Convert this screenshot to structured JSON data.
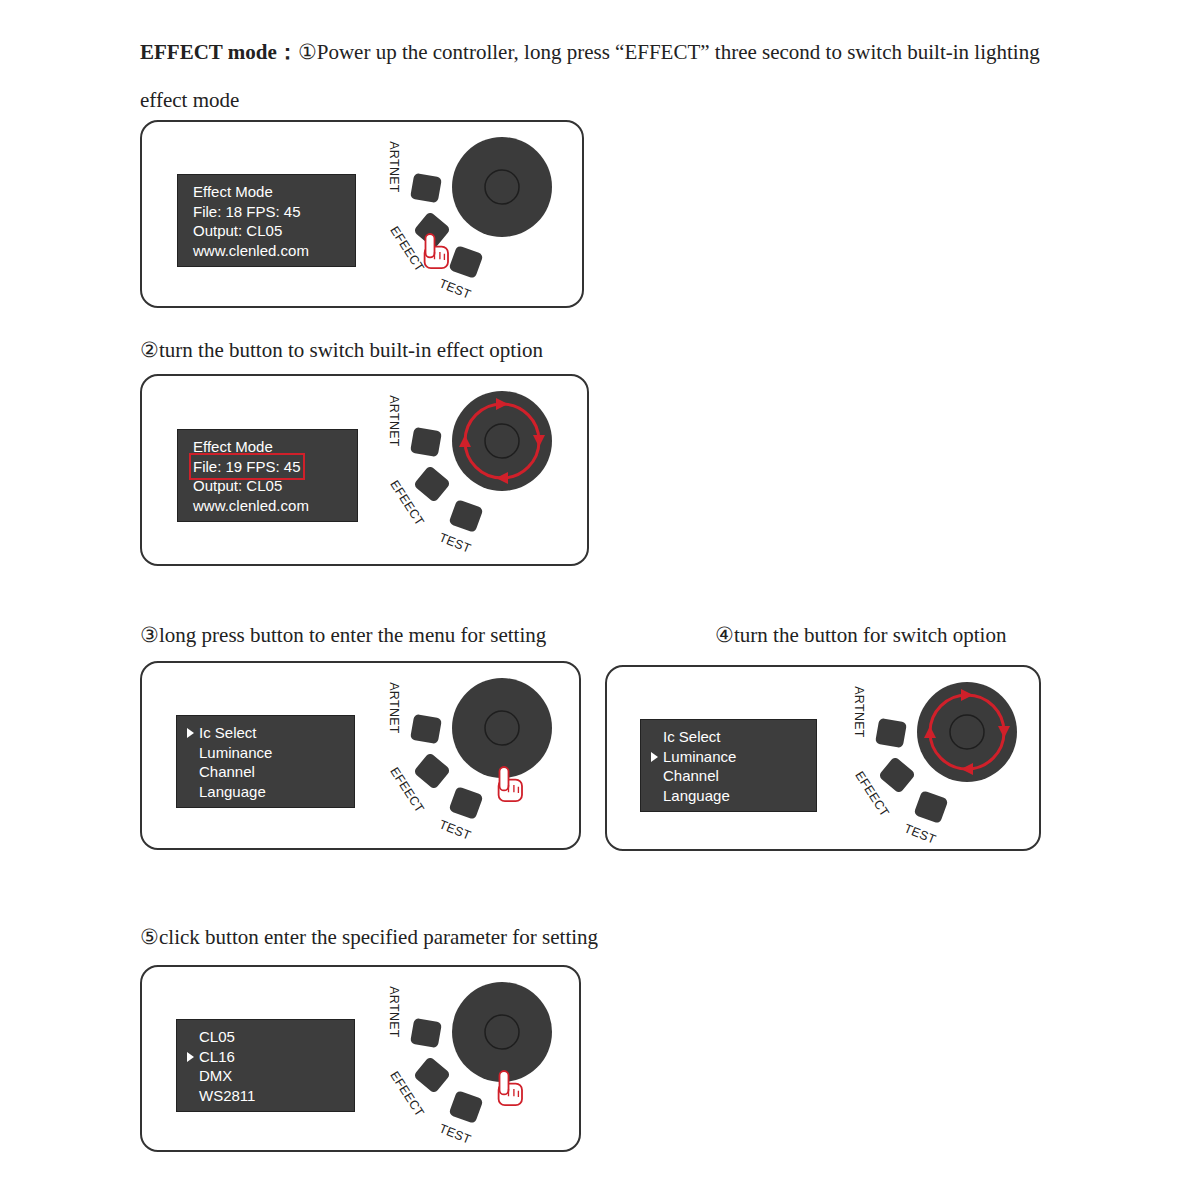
{
  "diagram": {
    "nodes": [
      {
        "text": [
          "ARTNET",
          "EFEECT",
          "TEST"
        ]
      },
      {
        "text": [
          "Effect Mode",
          "File: 18 FPS: 45",
          "Output: CL05",
          "www.clenled.com"
        ],
        "in": 0
      },
      {
        "text": [
          "ARTNET",
          "EFEECT",
          "TEST"
        ]
      },
      {
        "text": [
          "Effect Mode",
          "File: 19 FPS: 45",
          "Output: CL05",
          "www.clenled.com"
        ],
        "in": 2
      },
      {
        "text": [
          "ARTNET",
          "EFEECT",
          "TEST"
        ]
      },
      {
        "text": [
          "Ic Select",
          "Luminance",
          "Channel",
          "Language"
        ],
        "in": 4
      },
      {
        "text": [
          "ARTNET",
          "EFEECT",
          "TEST"
        ]
      },
      {
        "text": [
          "Ic Select",
          "Luminance",
          "Channel",
          "Language"
        ],
        "in": 6
      },
      {
        "text": [
          "ARTNET",
          "EFEECT",
          "TEST"
        ]
      },
      {
        "text": [
          "CL05",
          "CL16",
          "DMX",
          "WS2811"
        ],
        "in": 8
      }
    ],
    "labels": [
      "EFFECT mode：",
      "①Power up the controller, long press “EFFECT” three second to switch built-in lighting effect mode",
      "②turn the button to switch built-in effect option",
      "③long press button to enter the menu for setting",
      "④turn the button for switch option",
      "⑤click button enter the specified parameter for setting"
    ]
  }
}
